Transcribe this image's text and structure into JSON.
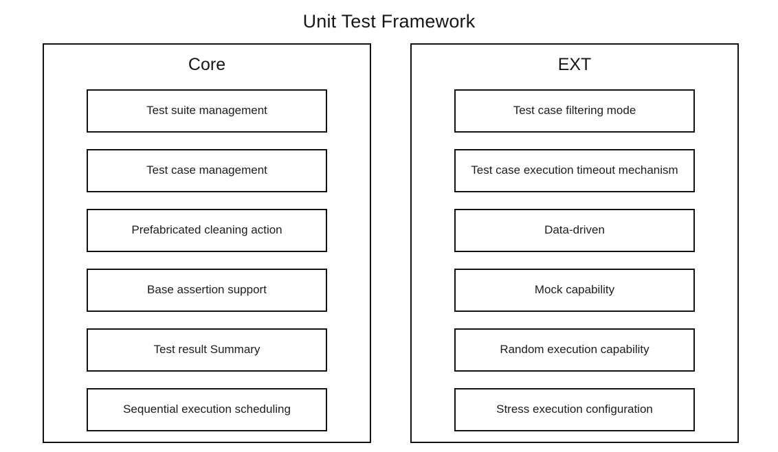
{
  "title": "Unit Test Framework",
  "colors": {
    "border": "#111111",
    "text": "#1c1c1c",
    "background": "#ffffff"
  },
  "groups": [
    {
      "name": "Core",
      "items": [
        "Test suite management",
        "Test case management",
        "Prefabricated cleaning action",
        "Base assertion support",
        "Test result Summary",
        "Sequential execution scheduling"
      ]
    },
    {
      "name": "EXT",
      "items": [
        "Test case filtering mode",
        "Test case execution timeout mechanism",
        "Data-driven",
        "Mock capability",
        "Random execution capability",
        "Stress execution configuration"
      ]
    }
  ]
}
